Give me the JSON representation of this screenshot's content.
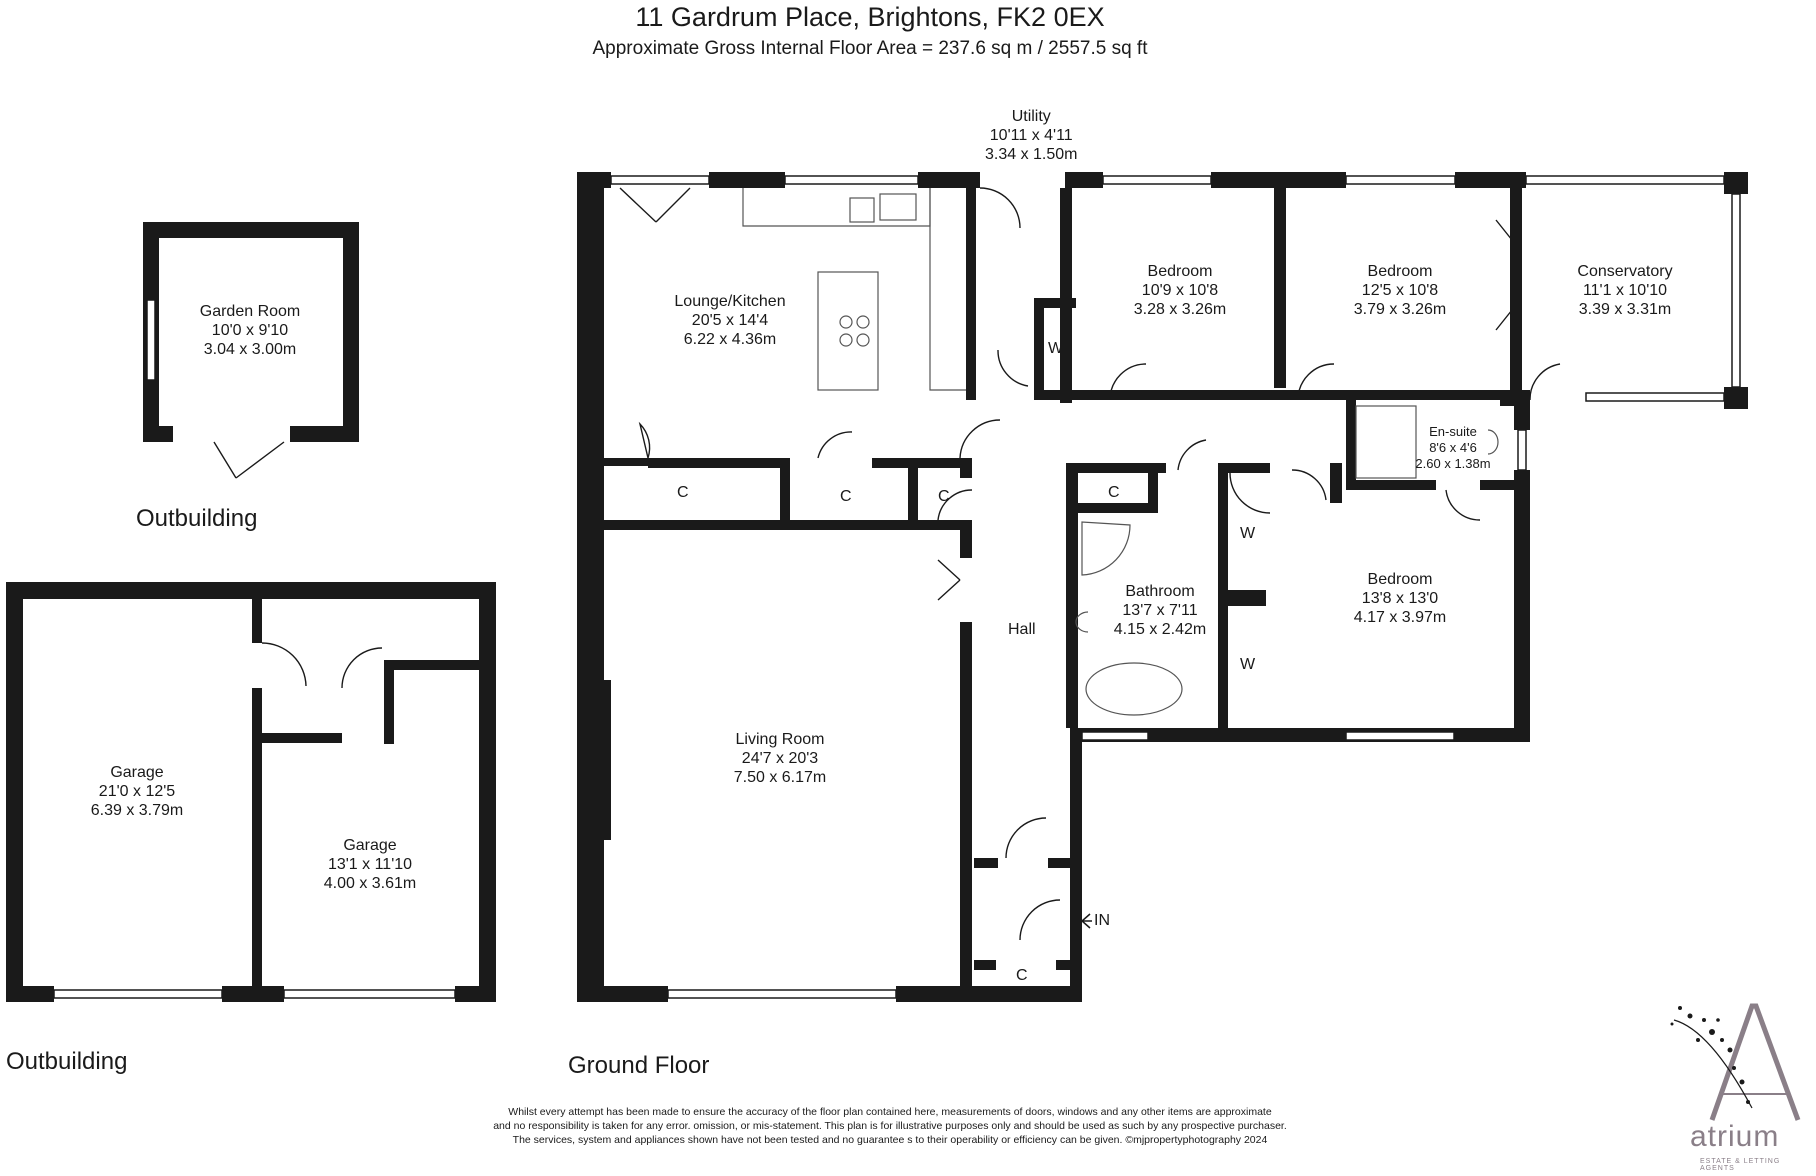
{
  "header": {
    "title": "11 Gardrum Place, Brightons, FK2 0EX",
    "subtitle": "Approximate Gross Internal Floor Area  =  237.6 sq m  / 2557.5 sq ft"
  },
  "floors": {
    "ground": "Ground Floor",
    "outbuilding_top": "Outbuilding",
    "outbuilding_bottom": "Outbuilding"
  },
  "rooms": {
    "utility": {
      "name": "Utility",
      "imperial": "10'11 x 4'11",
      "metric": "3.34 x 1.50m"
    },
    "lounge_kitchen": {
      "name": "Lounge/Kitchen",
      "imperial": "20'5 x 14'4",
      "metric": "6.22 x 4.36m"
    },
    "bedroom_1": {
      "name": "Bedroom",
      "imperial": "10'9 x 10'8",
      "metric": "3.28 x 3.26m"
    },
    "bedroom_2": {
      "name": "Bedroom",
      "imperial": "12'5 x 10'8",
      "metric": "3.79 x 3.26m"
    },
    "conservatory": {
      "name": "Conservatory",
      "imperial": "11'1 x 10'10",
      "metric": "3.39 x 3.31m"
    },
    "ensuite": {
      "name": "En-suite",
      "imperial": "8'6 x 4'6",
      "metric": "2.60 x 1.38m"
    },
    "bathroom": {
      "name": "Bathroom",
      "imperial": "13'7 x 7'11",
      "metric": "4.15 x 2.42m"
    },
    "bedroom_3": {
      "name": "Bedroom",
      "imperial": "13'8 x 13'0",
      "metric": "4.17 x 3.97m"
    },
    "hall": {
      "name": "Hall"
    },
    "living_room": {
      "name": "Living Room",
      "imperial": "24'7 x 20'3",
      "metric": "7.50 x 6.17m"
    },
    "garden_room": {
      "name": "Garden Room",
      "imperial": "10'0 x 9'10",
      "metric": "3.04 x 3.00m"
    },
    "garage_large": {
      "name": "Garage",
      "imperial": "21'0 x 12'5",
      "metric": "6.39 x 3.79m"
    },
    "garage_small": {
      "name": "Garage",
      "imperial": "13'1 x 11'10",
      "metric": "4.00 x 3.61m"
    }
  },
  "markers": {
    "cupboard": "C",
    "wardrobe": "W",
    "entrance": "IN"
  },
  "disclaimer": {
    "line1": "Whilst every attempt has been made to ensure the accuracy of the floor plan contained here, measurements of doors, windows and any other items are approximate",
    "line2": "and no responsibility is taken for any error. omission, or mis-statement. This plan is for illustrative purposes only and should be used as such by any prospective purchaser.",
    "line3": "The services, system and appliances shown have not been  tested and no guarantee s to their operability or efficiency can be given.   ©mjpropertyphotography  2024"
  },
  "brand": {
    "name": "atrium",
    "tagline": "ESTATE & LETTING AGENTS",
    "color": "#8a7f88"
  }
}
